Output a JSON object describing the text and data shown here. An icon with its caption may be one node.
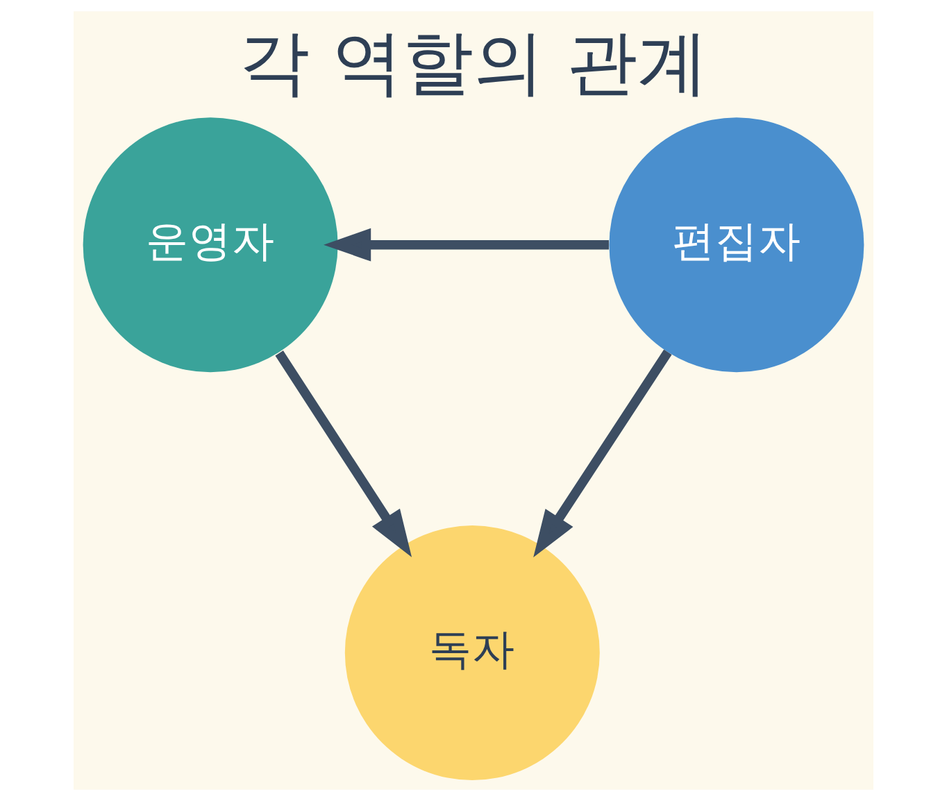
{
  "diagram": {
    "title": "각 역할의 관계",
    "nodes": [
      {
        "text": [
          "운영자"
        ]
      },
      {
        "text": [
          "편집자"
        ]
      },
      {
        "text": [
          "독자"
        ]
      }
    ],
    "edges": [
      {
        "from": 1,
        "to": 0,
        "arrow": "to"
      },
      {
        "from": 0,
        "to": 2,
        "arrow": "to"
      },
      {
        "from": 1,
        "to": 2,
        "arrow": "to"
      }
    ]
  }
}
